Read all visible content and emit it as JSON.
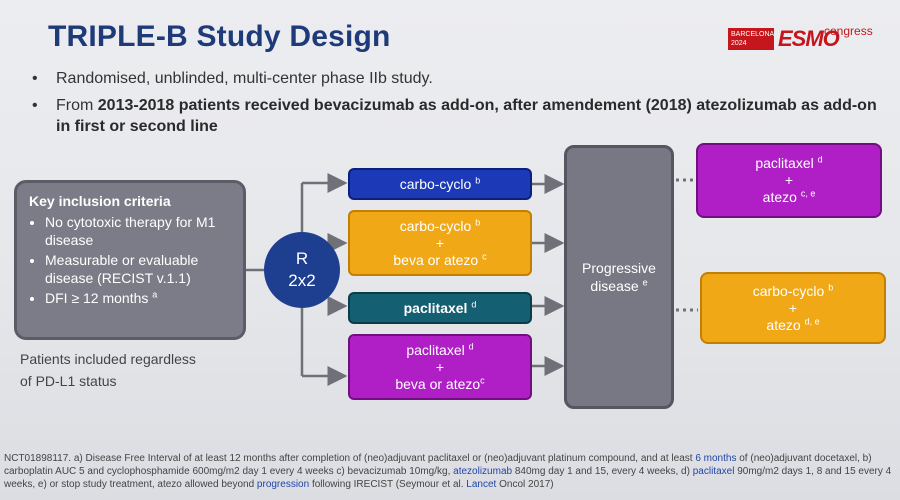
{
  "slide": {
    "title": "TRIPLE-B Study Design",
    "logo": {
      "line1": "BARCELONA",
      "line2": "2024",
      "brand": "ESMO",
      "suffix": "congress"
    },
    "bullets": {
      "b1": "Randomised, unblinded, multi-center phase IIb study.",
      "b2_pre": "From ",
      "b2_bold": "2013-2018 patients received bevacizumab as add-on, after amendement (2018) atezolizumab as add-on in first or second line"
    },
    "inclusion": {
      "title": "Key inclusion criteria",
      "item1": "No cytotoxic therapy for M1 disease",
      "item2": "Measurable or evaluable disease (RECIST v.1.1)",
      "item3": "DFI ≥ 12 months",
      "item3_sup": "a"
    },
    "note": {
      "line1": "Patients included regardless",
      "line2": "of PD-L1 status"
    },
    "randomization": {
      "line1": "R",
      "line2": "2x2"
    },
    "arms": {
      "arm1": {
        "text": "carbo-cyclo",
        "sup": "b"
      },
      "arm2": {
        "line1": "carbo-cyclo",
        "sup1": "b",
        "plus": "+",
        "line2": "beva or atezo",
        "sup2": "c"
      },
      "arm3": {
        "text": "paclitaxel",
        "sup": "d"
      },
      "arm4": {
        "line1": "paclitaxel",
        "sup1": "d",
        "plus": "+",
        "line2": "beva or atezo",
        "sup2": "c"
      }
    },
    "progression": {
      "line1": "Progressive",
      "line2": "disease",
      "sup": "e"
    },
    "post": {
      "p1": {
        "line1": "paclitaxel",
        "sup1": "d",
        "plus": "+",
        "line2": "atezo",
        "sup2": "c, e"
      },
      "p2": {
        "line1": "carbo-cyclo",
        "sup1": "b",
        "plus": "+",
        "line2": "atezo",
        "sup2": "d, e"
      }
    },
    "footnote": {
      "part1": "NCT01898117. a) Disease Free Interval of at least 12 months after completion of (neo)adjuvant paclitaxel or (neo)adjuvant platinum compound, and at least ",
      "part1_blue": "6 months",
      "part2": " of (neo)adjuvant docetaxel, b) carboplatin AUC 5 and cyclophosphamide 600mg/m2 day 1 every 4 weeks c) bevacizumab 10mg/kg, ",
      "part2_blue": "atezolizumab",
      "part3": " 840mg day 1 and 15, every 4 weeks, d) ",
      "part3_blue": "paclitaxel",
      "part4": " 90mg/m2 days 1, 8 and 15 every 4 weeks, e) or stop study treatment, atezo allowed beyond ",
      "part4_blue": "progression",
      "part5": " following IRECIST (Seymour et al. ",
      "part5_blue": "Lancet",
      "part6": " Oncol 2017)"
    }
  }
}
